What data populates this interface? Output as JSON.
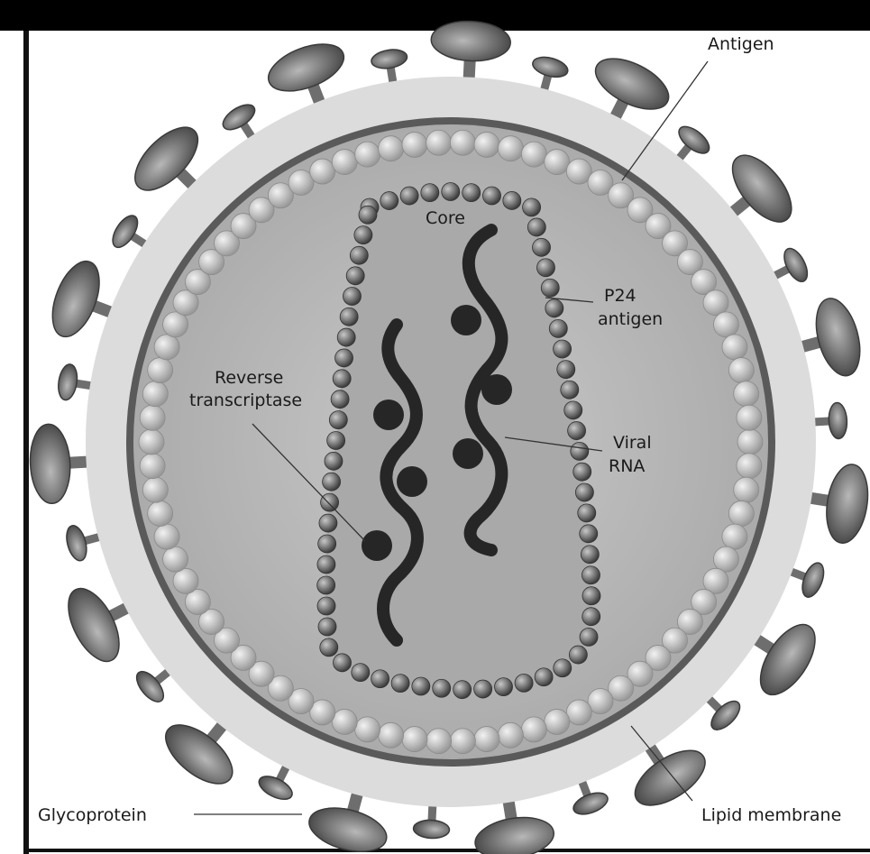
{
  "labels": {
    "antigen": "Antigen",
    "core": "Core",
    "p24_line1": "P24",
    "p24_line2": "antigen",
    "reverse_line1": "Reverse",
    "reverse_line2": "transcriptase",
    "viral_line1": "Viral",
    "viral_line2": "RNA",
    "glycoprotein": "Glycoprotein",
    "lipid_membrane": "Lipid membrane"
  },
  "colors": {
    "outer_halo": "#d9d9d9",
    "membrane": "#5a5a5a",
    "inner_fill": "#bdbdbd",
    "core_fill": "#a9a9a9",
    "bead": "#cfcfcf",
    "core_bead": "#8a8a8a",
    "rna": "#2b2b2b",
    "spike": "#6e6e6e"
  }
}
